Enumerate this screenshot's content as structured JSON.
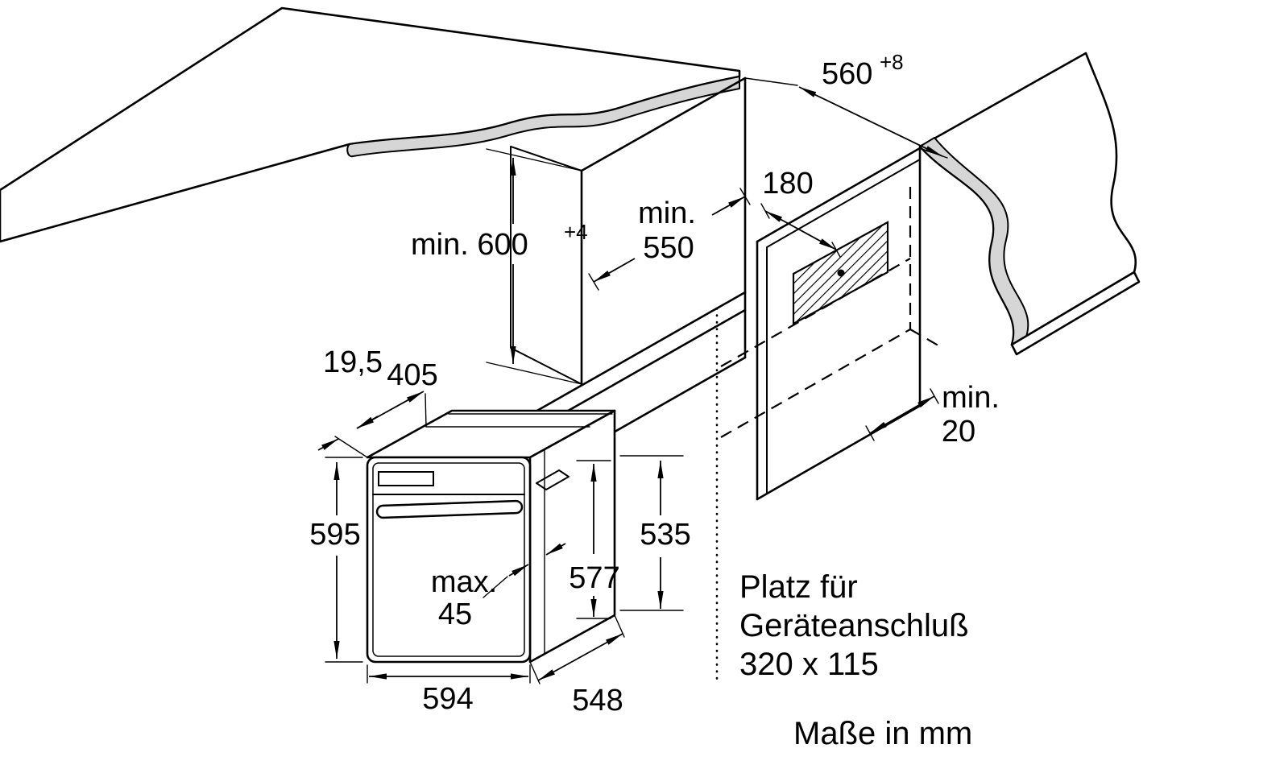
{
  "drawing": {
    "unit_note": "Maße in mm",
    "connection_note": {
      "line1": "Platz für",
      "line2": "Geräteanschluß",
      "line3": "320 x 115"
    },
    "dimensions": {
      "niche_height": {
        "text": "min. 600",
        "sup": "+4"
      },
      "niche_width": {
        "text": "560",
        "sup": "+8"
      },
      "niche_depth": {
        "line1": "min.",
        "line2": "550"
      },
      "connection_offset": {
        "text": "180"
      },
      "rear_gap": {
        "line1": "min.",
        "line2": "20"
      },
      "oven_top_inset": {
        "text": "19,5"
      },
      "oven_top_depth": {
        "text": "405"
      },
      "oven_height": {
        "text": "595"
      },
      "oven_side_height": {
        "text": "535"
      },
      "oven_door_height": {
        "text": "577"
      },
      "handle_protrusion": {
        "line1": "max.",
        "line2": "45"
      },
      "oven_width": {
        "text": "594"
      },
      "oven_depth": {
        "text": "548"
      }
    },
    "colors": {
      "line": "#000000",
      "worktop_fill": "#d6d6d6",
      "background": "#ffffff"
    }
  }
}
